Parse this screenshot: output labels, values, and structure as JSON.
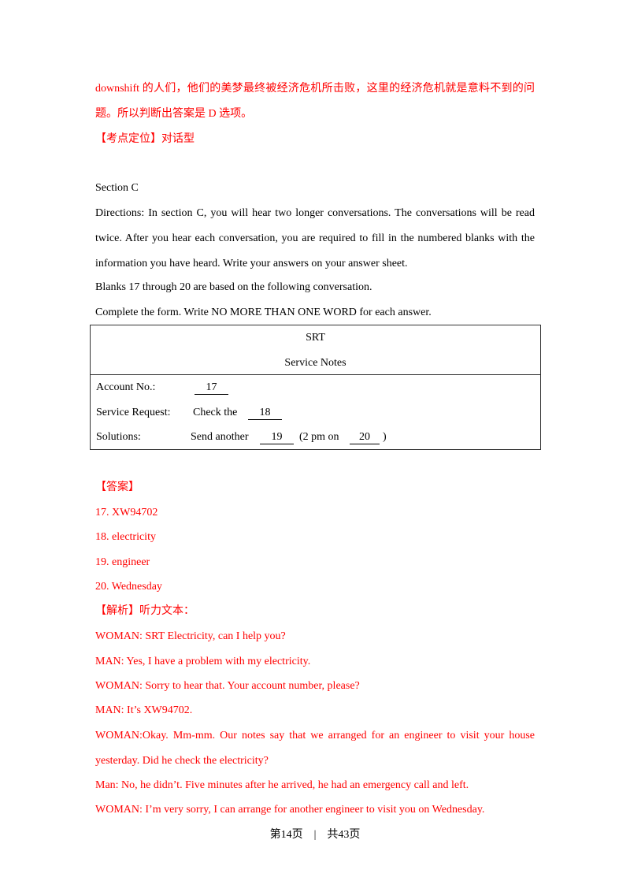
{
  "top_analysis": {
    "line1": "downshift 的人们，他们的美梦最终被经济危机所击败，这里的经济危机就是意料不到的问",
    "line2": "题。所以判断出答案是 D 选项。",
    "kaodian": "【考点定位】对话型"
  },
  "section": {
    "heading": "Section C",
    "directions_1": "Directions: In section C, you will hear two longer conversations. The conversations will be read",
    "directions_2": "twice. After you hear each conversation, you are required to fill in the numbered blanks with the",
    "directions_3": "information you have heard. Write your answers on your answer sheet.",
    "blanks_note": "Blanks 17 through 20 are based on the following conversation.",
    "instruction": "Complete the form. Write NO MORE THAN ONE WORD for each answer."
  },
  "form": {
    "title": "SRT",
    "subtitle": "Service Notes",
    "account_label": "Account No.:",
    "account_blank": "17",
    "request_label": "Service Request:",
    "request_text": "Check the",
    "request_blank": "18",
    "solutions_label": "Solutions:",
    "solutions_text": "Send another",
    "solutions_blank1": "19",
    "solutions_mid": "(2 pm on",
    "solutions_blank2": "20",
    "solutions_end": ")"
  },
  "answers": {
    "heading": "【答案】",
    "items": [
      "17. XW94702",
      "18. electricity",
      "19. engineer",
      "20. Wednesday"
    ]
  },
  "analysis": {
    "heading": "【解析】听力文本：",
    "lines": [
      "WOMAN: SRT Electricity, can I help you?",
      "MAN: Yes, I have a problem with my electricity.",
      "WOMAN: Sorry to hear that. Your account number, please?",
      "MAN: It’s XW94702.",
      "WOMAN:Okay. Mm-mm. Our notes say that we arranged for an engineer to visit your house",
      "yesterday. Did he check the electricity?",
      "Man: No, he didn’t. Five minutes after he arrived, he had an emergency call and left.",
      "WOMAN: I’m very sorry, I can arrange for another engineer to visit you on Wednesday."
    ]
  },
  "footer": {
    "current": "第14页",
    "separator": "|",
    "total": "共43页"
  }
}
